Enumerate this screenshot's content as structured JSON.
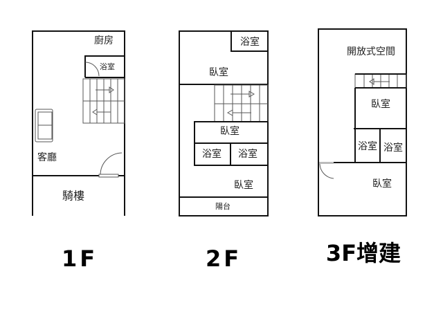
{
  "plans": [
    {
      "title": "1F",
      "rooms": {
        "kitchen": "廚房",
        "bath": "浴室",
        "living": "客廳",
        "arcade": "騎樓"
      }
    },
    {
      "title": "2F",
      "rooms": {
        "bath_top": "浴室",
        "bed_top": "臥室",
        "bed_mid": "臥室",
        "bath_left": "浴室",
        "bath_right": "浴室",
        "bed_bottom": "臥室",
        "balcony": "陽台"
      }
    },
    {
      "title": "3F增建",
      "rooms": {
        "open_space": "開放式空間",
        "bed_mid": "臥室",
        "bath_left": "浴室",
        "bath_right": "浴室",
        "bed_bottom": "臥室"
      }
    }
  ]
}
